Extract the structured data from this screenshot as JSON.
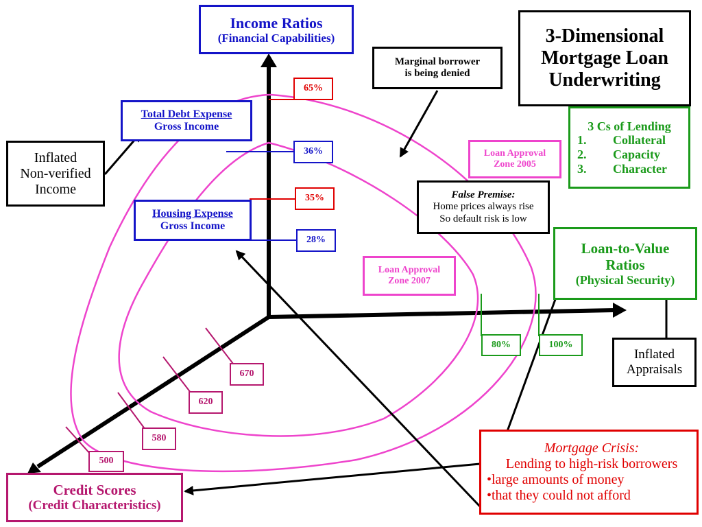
{
  "title": {
    "line1": "3-Dimensional",
    "line2": "Mortgage Loan",
    "line3": "Underwriting"
  },
  "income_axis": {
    "title": "Income Ratios",
    "subtitle": "(Financial Capabilities)"
  },
  "ltv_axis": {
    "title_line1": "Loan-to-Value",
    "title_line2": "Ratios",
    "subtitle": "(Physical Security)"
  },
  "credit_axis": {
    "title": "Credit Scores",
    "subtitle": "(Credit Characteristics)"
  },
  "debt_ratio": {
    "label": "Total Debt Expense",
    "sub": "Gross Income"
  },
  "housing_ratio": {
    "label": "Housing Expense",
    "sub": "Gross Income"
  },
  "ticks": {
    "income": [
      "65%",
      "36%",
      "35%",
      "28%"
    ],
    "ltv": [
      "80%",
      "100%"
    ],
    "credit": [
      "670",
      "620",
      "580",
      "500"
    ]
  },
  "zones": {
    "zone_2005": {
      "line1": "Loan Approval",
      "line2": "Zone 2005"
    },
    "zone_2007": {
      "line1": "Loan Approval",
      "line2": "Zone 2007"
    }
  },
  "notes": {
    "marginal": {
      "line1": "Marginal borrower",
      "line2": "is being denied"
    },
    "inflated_income": {
      "line1": "Inflated",
      "line2": "Non-verified",
      "line3": "Income"
    },
    "inflated_appraisals": {
      "line1": "Inflated",
      "line2": "Appraisals"
    },
    "false_premise": {
      "title": "False Premise:",
      "line1": "Home prices always rise",
      "line2": "So default risk is low"
    },
    "crisis": {
      "title": "Mortgage Crisis:",
      "line1": "Lending to high-risk borrowers",
      "line2": "•large amounts of money",
      "line3": "•that they could not afford"
    }
  },
  "three_cs": {
    "title": "3 Cs of Lending",
    "items": [
      {
        "num": "1.",
        "label": "Collateral"
      },
      {
        "num": "2.",
        "label": "Capacity"
      },
      {
        "num": "3.",
        "label": "Character"
      }
    ]
  },
  "colors": {
    "blue": "#1414c8",
    "red": "#e00000",
    "green": "#1a9a1a",
    "magenta": "#ee44cc",
    "crimson": "#b5176e",
    "black": "#000000"
  }
}
